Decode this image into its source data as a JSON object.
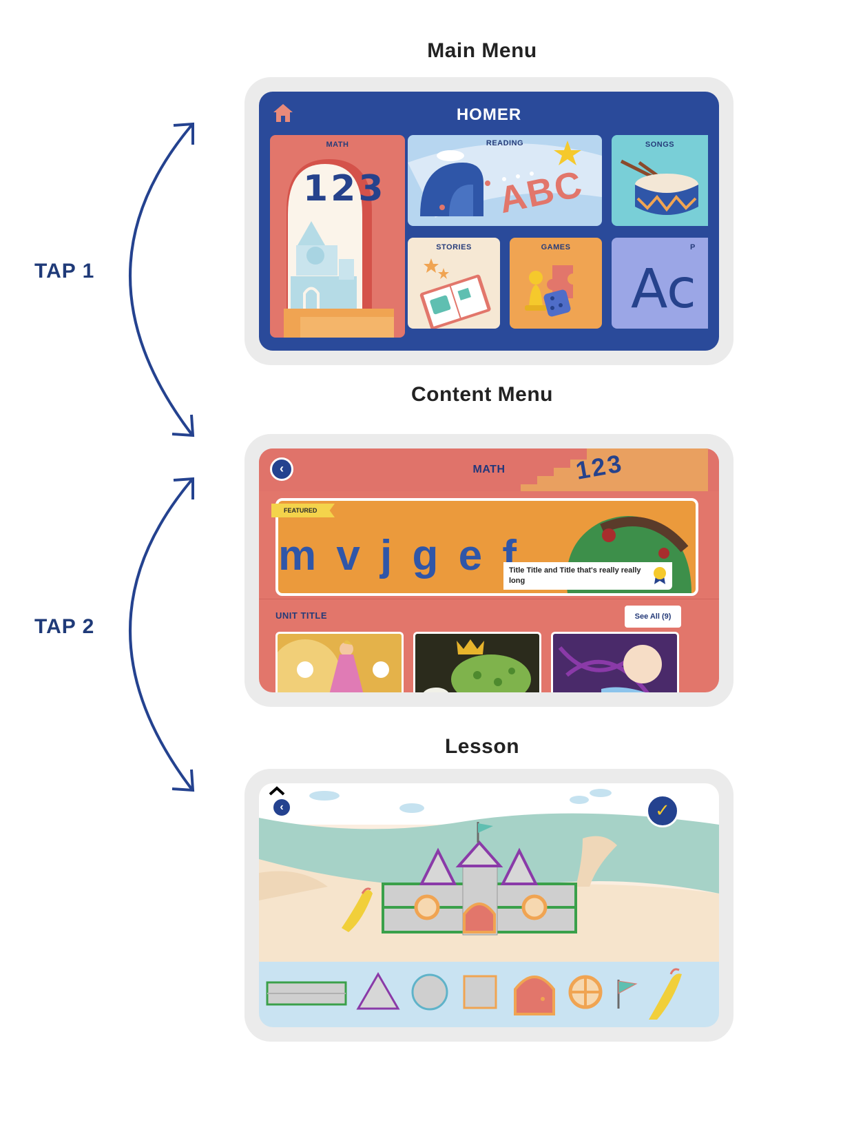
{
  "sections": {
    "main_menu_title": "Main Menu",
    "content_menu_title": "Content Menu",
    "lesson_title": "Lesson"
  },
  "taps": {
    "tap1": "TAP 1",
    "tap2": "TAP 2"
  },
  "main_menu": {
    "brand": "HOMER",
    "tiles": {
      "math": "MATH",
      "reading": "READING",
      "songs": "SONGS",
      "stories": "STORIES",
      "games": "GAMES",
      "partial": "P"
    },
    "math_art": "123",
    "reading_art": "ABC",
    "practice_art": "Ac"
  },
  "content_menu": {
    "title": "MATH",
    "header_art": "123",
    "featured_label": "FEATURED",
    "featured_caption": "Title Title and Title that's really really long",
    "featured_letters": "m v j g e f",
    "unit_title": "UNIT TITLE",
    "see_all": "See All (9)"
  },
  "lesson": {
    "tray_items": [
      "brick-block",
      "triangle",
      "round-window-stone",
      "square-stone",
      "door",
      "round-window",
      "flag",
      "slide"
    ]
  },
  "colors": {
    "homer_blue": "#2a4a9a",
    "math_coral": "#e2766b",
    "featured_orange": "#eb9a3c",
    "accent_yellow": "#f4d34b",
    "arrow_blue": "#24428f"
  }
}
